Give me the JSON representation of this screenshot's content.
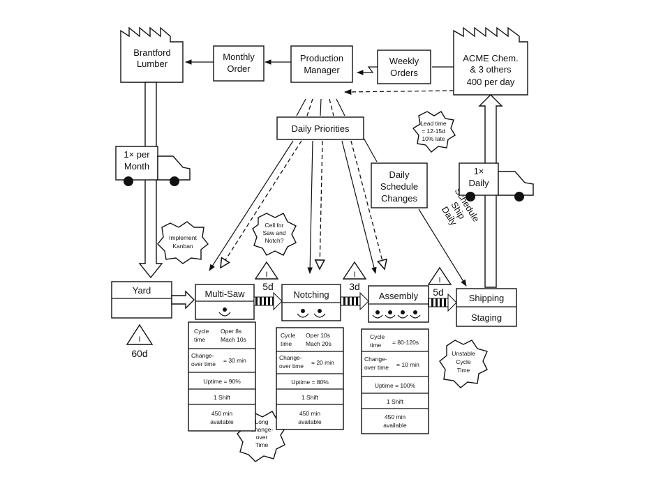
{
  "suppliers": {
    "brantford": [
      "Brantford",
      "Lumber"
    ],
    "acme": [
      "ACME Chem.",
      "& 3 others",
      "400 per day"
    ]
  },
  "info": {
    "monthly_order": [
      "Monthly",
      "Order"
    ],
    "production_manager": [
      "Production",
      "Manager"
    ],
    "weekly_orders": [
      "Weekly",
      "Orders"
    ],
    "daily_priorities": "Daily Priorities",
    "daily_schedule_changes": [
      "Daily",
      "Schedule",
      "Changes"
    ],
    "daily_ship_schedule": [
      "Daily",
      "Ship",
      "Schedule"
    ]
  },
  "trucks": {
    "inbound": [
      "1× per",
      "Month"
    ],
    "outbound": [
      "1×",
      "Daily"
    ]
  },
  "bursts": {
    "lead_time": [
      "Lead time",
      "= 12-15d",
      "10% late"
    ],
    "implement_kanban": [
      "Implement",
      "Kanban"
    ],
    "cell": [
      "Cell for",
      "Saw and",
      "Notch?"
    ],
    "long_changeover": [
      "Long",
      "Change-",
      "over",
      "Time"
    ],
    "unstable_cycle": [
      "Unstable",
      "Cycle",
      "Time"
    ]
  },
  "inventory": {
    "yard": "60d",
    "after_multisaw": "5d",
    "after_notching": "3d",
    "after_assembly": "5d",
    "symbol": "I"
  },
  "processes": {
    "yard": "Yard",
    "multisaw": "Multi-Saw",
    "notching": "Notching",
    "assembly": "Assembly",
    "shipping": [
      "Shipping",
      "Staging"
    ]
  },
  "data_boxes": {
    "multisaw": {
      "cycle": [
        "Cycle",
        "time"
      ],
      "cycle_value": [
        "Oper 8s",
        "Mach 10s"
      ],
      "changeover": [
        "Change-",
        "over time"
      ],
      "changeover_value": "= 30 min",
      "uptime": "Uptime = 90%",
      "shift": "1 Shift",
      "available": [
        "450 min",
        "available"
      ]
    },
    "notching": {
      "cycle": [
        "Cycle",
        "time"
      ],
      "cycle_value": [
        "Oper 10s",
        "Mach 20s"
      ],
      "changeover": [
        "Change-",
        "over time"
      ],
      "changeover_value": "= 20 min",
      "uptime": "Uptime = 80%",
      "shift": "1 Shift",
      "available": [
        "450 min",
        "available"
      ]
    },
    "assembly": {
      "cycle": [
        "Cycle",
        "time"
      ],
      "cycle_value": "= 80-120s",
      "changeover": [
        "Change-",
        "over time"
      ],
      "changeover_value": "= 10 min",
      "uptime": "Uptime = 100%",
      "shift": "1 Shift",
      "available": [
        "450 min",
        "available"
      ]
    }
  }
}
